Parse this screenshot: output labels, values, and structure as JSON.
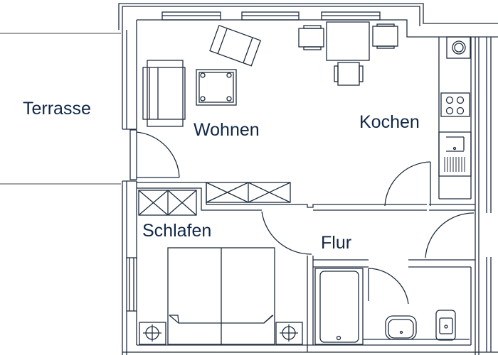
{
  "plan": {
    "line_color": "#1f2d3d",
    "label_color": "#0f2747",
    "background": "#ffffff"
  },
  "rooms": {
    "terrasse": {
      "label": "Terrasse"
    },
    "wohnen": {
      "label": "Wohnen"
    },
    "kochen": {
      "label": "Kochen"
    },
    "schlafen": {
      "label": "Schlafen"
    },
    "flur": {
      "label": "Flur"
    }
  }
}
